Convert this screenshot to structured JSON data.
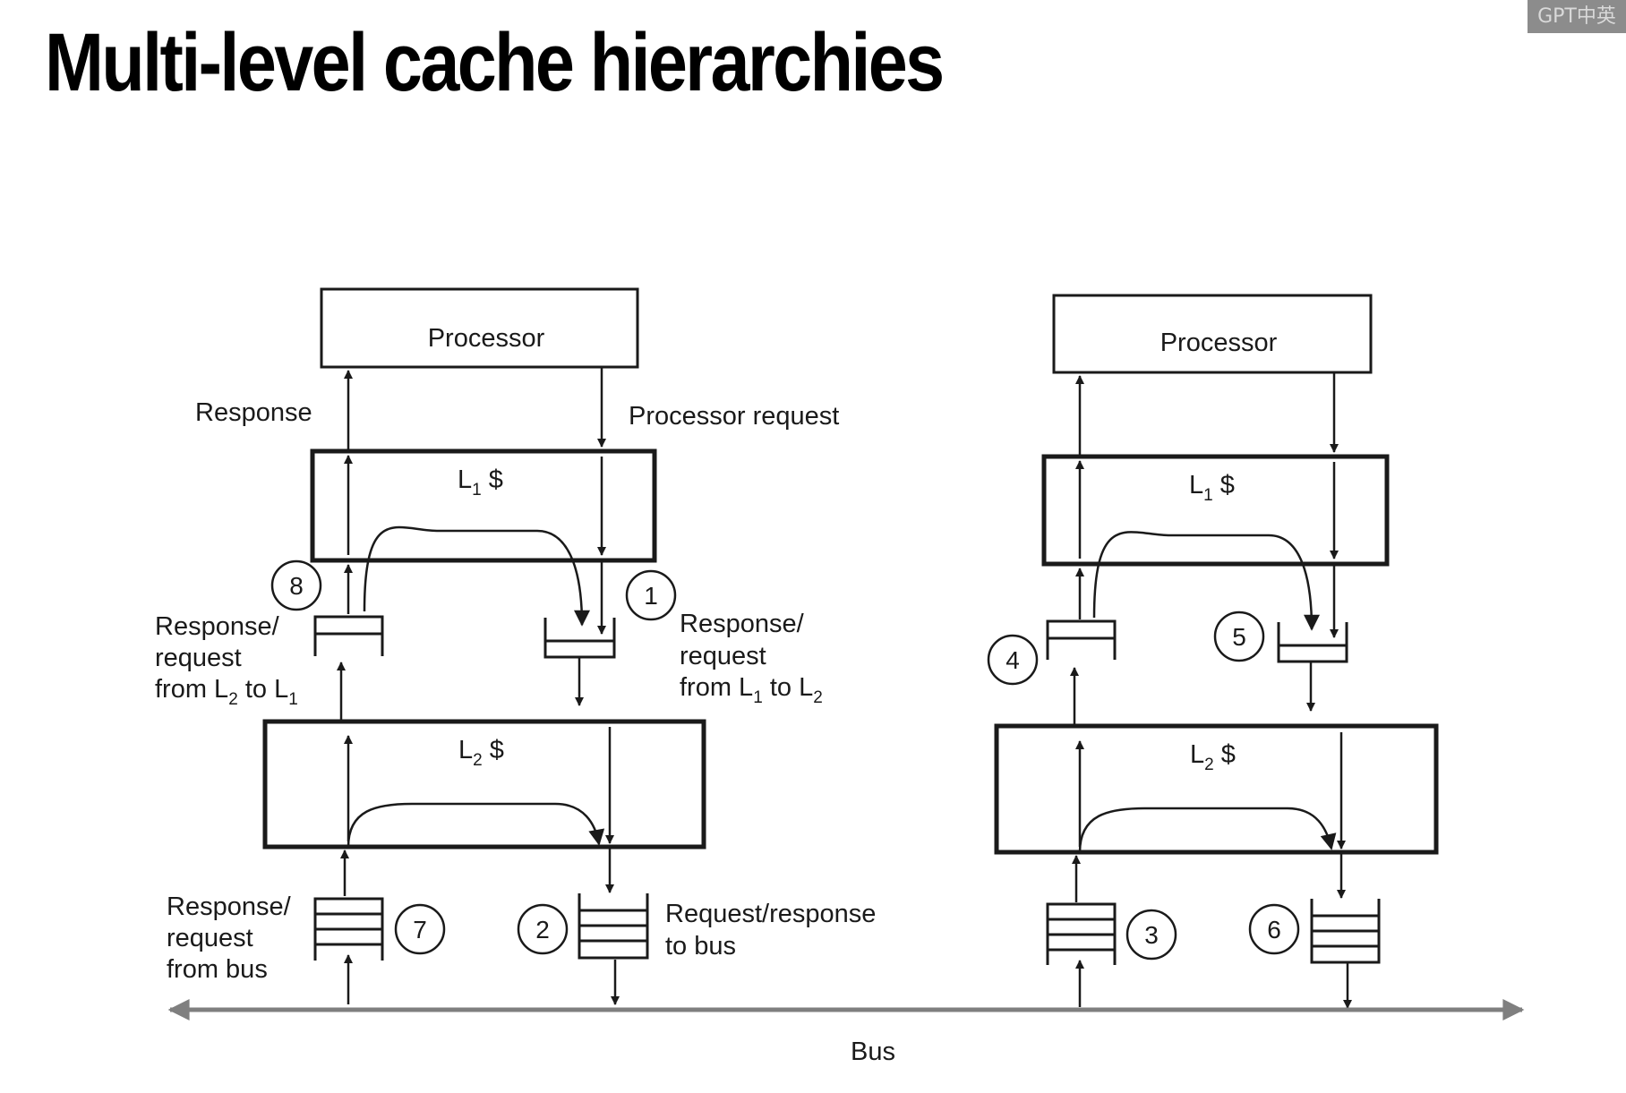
{
  "title": "Multi-level cache hierarchies",
  "watermark": "GPT中英",
  "left_hierarchy": {
    "processor": "Processor",
    "l1": "L1 $",
    "l2": "L2 $",
    "response_label": "Response",
    "processor_request_label": "Processor request",
    "label_l2_to_l1": [
      "Response/",
      "request",
      "from L2 to L1"
    ],
    "label_l1_to_l2": [
      "Response/",
      "request",
      "from L1 to L2"
    ],
    "label_from_bus": [
      "Response/",
      "request",
      "from bus"
    ],
    "label_to_bus": [
      "Request/response",
      "to bus"
    ],
    "markers": [
      "8",
      "1",
      "7",
      "2"
    ]
  },
  "right_hierarchy": {
    "processor": "Processor",
    "l1": "L1 $",
    "l2": "L2 $",
    "markers": [
      "4",
      "5",
      "3",
      "6"
    ]
  },
  "bus_label": "Bus",
  "colors": {
    "ink": "#1a1a1a",
    "bus": "#7f7f7f",
    "background": "#ffffff"
  }
}
